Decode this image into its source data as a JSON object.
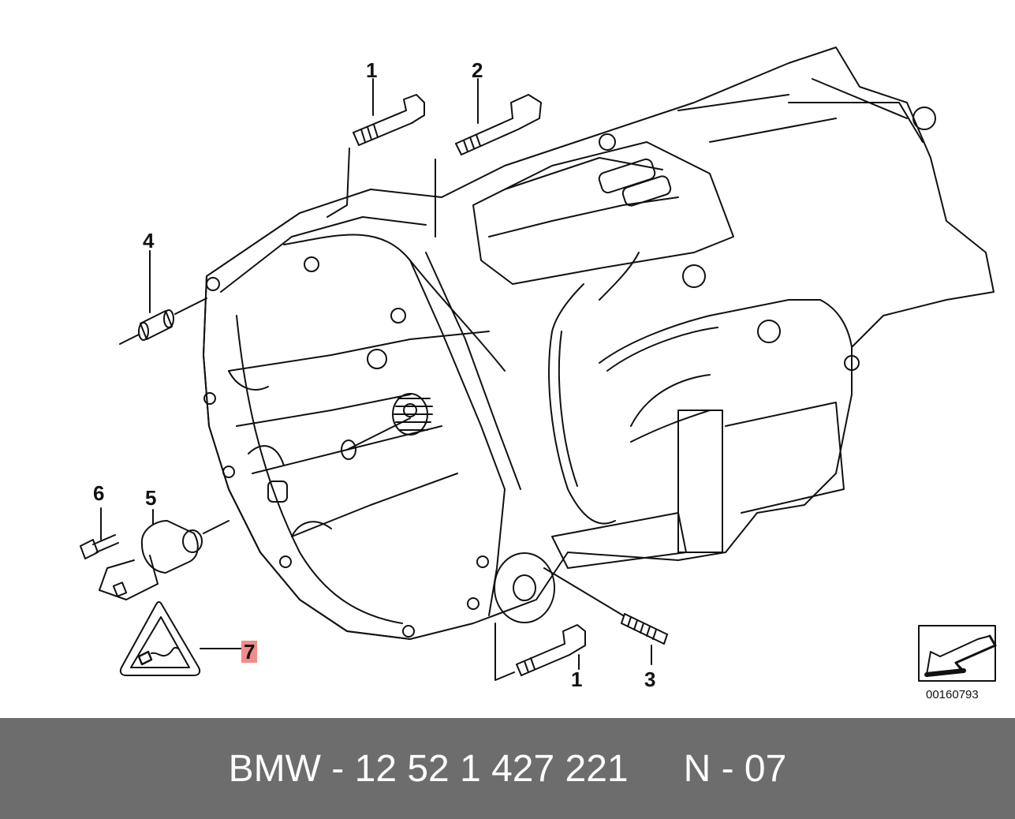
{
  "diagram": {
    "callouts": [
      "1",
      "2",
      "4",
      "6",
      "5",
      "7",
      "1",
      "3"
    ],
    "catalog_number": "00160793"
  },
  "footer": {
    "part_label": "BMW - 12 52 1 427 221",
    "position_label": "N - 07"
  },
  "colors": {
    "line": "#111111",
    "highlight": "#f28b8b",
    "footer_bg": "#6d6d6d",
    "footer_text": "#ffffff"
  }
}
